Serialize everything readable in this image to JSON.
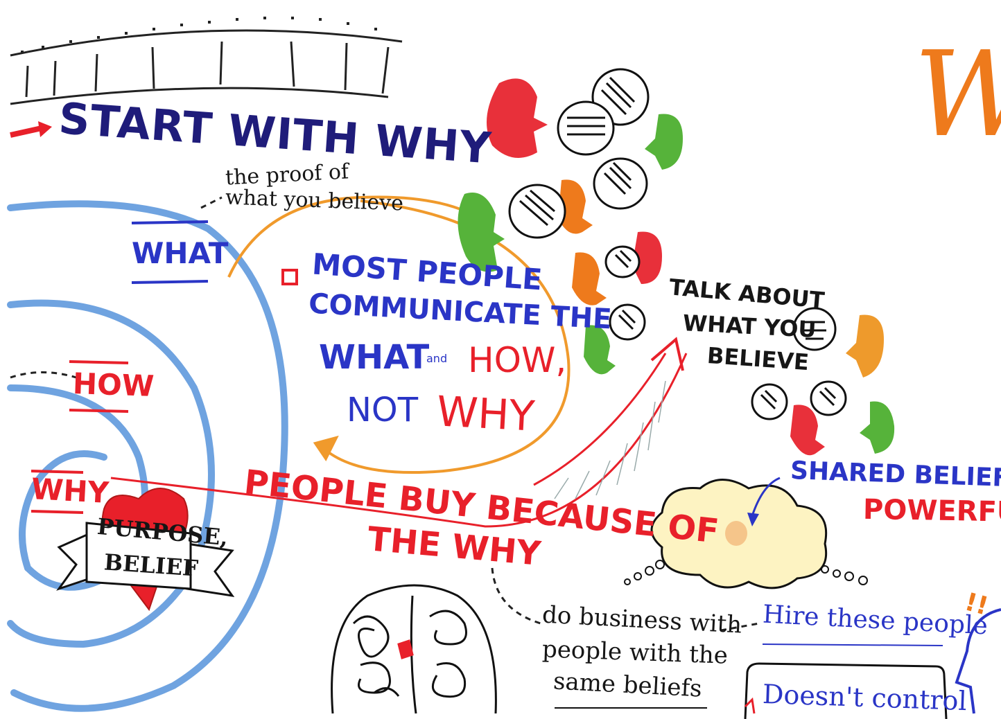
{
  "title": "START WITH WHY",
  "circles": {
    "what": "WHAT",
    "how": "HOW",
    "why": "WHY"
  },
  "proof_note": {
    "line1": "the proof of",
    "line2": "what you believe"
  },
  "center_message": {
    "line1": "MOST PEOPLE",
    "line2": "COMMUNICATE THE",
    "line3_what": "WHAT",
    "line3_and": "and",
    "line3_how": "HOW,",
    "line4_not": "NOT",
    "line4_why": "WHY"
  },
  "heart_banner": {
    "line1": "PURPOSE,",
    "line2": "BELIEF"
  },
  "people_buy": {
    "line1": "PEOPLE BUY BECAUSE OF",
    "line2": "THE WHY"
  },
  "talk_about": {
    "line1": "TALK ABOUT",
    "line2": "WHAT YOU",
    "line3": "BELIEVE"
  },
  "shared_beliefs": {
    "line1": "SHARED BELIEFS",
    "line2": "POWERFUL"
  },
  "do_business": {
    "line1": "do business with",
    "line2": "people with the",
    "line3": "same beliefs"
  },
  "hire": {
    "text": "Hire these people",
    "marks": "!!"
  },
  "doesnt_control": "Doesn't control",
  "corner_script": "W",
  "colors": {
    "navy": "#1f1c7a",
    "blue": "#2a35c6",
    "red": "#e8202a",
    "orange": "#ee7a1c",
    "green": "#5cb836",
    "spiral_blue": "#6fa3e0"
  },
  "icons": [
    "speech-bubble-icon",
    "head-profile-icon",
    "heart-icon",
    "brain-icon",
    "cloud-icon",
    "arrow-icon"
  ]
}
